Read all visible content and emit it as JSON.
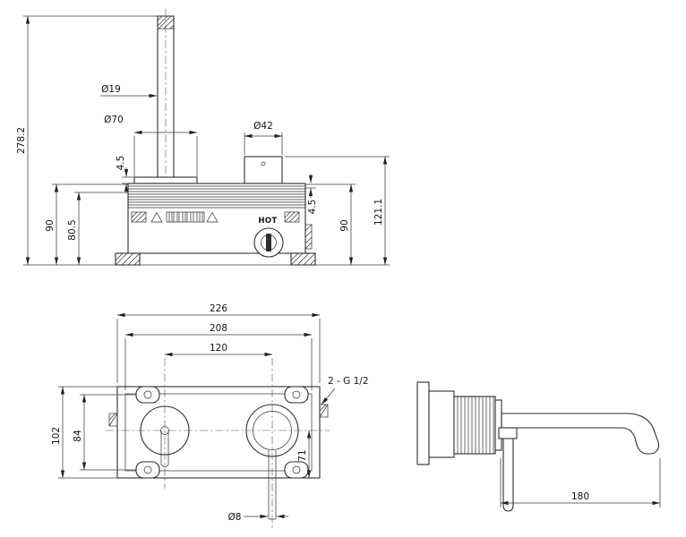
{
  "drawing": {
    "front_view": {
      "overall_height": "278.2",
      "spout_tube_dia": "Ø19",
      "escutcheon_dia": "Ø70",
      "handle_dia": "Ø42",
      "body_height": "90",
      "depth_min": "80.5",
      "plate_gap_left": "4.5",
      "plate_gap_right": "4.5",
      "body_height_right": "90",
      "handle_height": "121.1",
      "hot_marking": "HOT"
    },
    "rough_in_view": {
      "overall_width": "226",
      "inner_width": "208",
      "centers_distance": "120",
      "overall_height": "102",
      "mounting_holes_height": "84",
      "outlet_offset": "71",
      "pin_dia": "Ø8",
      "connections_label": "2 - G 1/2"
    },
    "side_view": {
      "spout_reach": "180"
    }
  }
}
